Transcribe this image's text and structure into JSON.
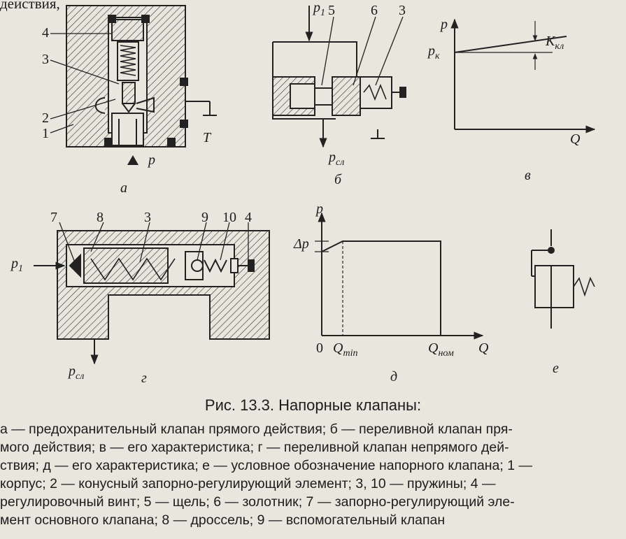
{
  "header_fragment": "действия,",
  "diagram_labels": {
    "a": {
      "caption": "а",
      "parts": [
        "4",
        "3",
        "2",
        "1"
      ],
      "tank": "T",
      "pressure": "p"
    },
    "b": {
      "caption": "б",
      "parts": [
        "5",
        "6",
        "3"
      ],
      "inlet": "p",
      "inlet_sub": "1",
      "drain": "p",
      "drain_sub": "сл"
    },
    "v": {
      "caption": "в",
      "y_axis": "p",
      "x_axis": "Q",
      "level": "p",
      "level_sub": "к",
      "coef": "K",
      "coef_sub": "кл"
    },
    "g": {
      "caption": "г",
      "parts": [
        "7",
        "8",
        "3",
        "9",
        "10",
        "4"
      ],
      "inlet": "p",
      "inlet_sub": "1",
      "drain": "p",
      "drain_sub": "сл"
    },
    "d": {
      "caption": "д",
      "y_axis": "p",
      "x_axis": "Q",
      "delta": "Δp",
      "origin": "0",
      "qmin": "Q",
      "qmin_sub": "min",
      "qnom": "Q",
      "qnom_sub": "ном"
    },
    "e": {
      "caption": "е"
    }
  },
  "caption": {
    "title": "Рис. 13.3. Напорные клапаны:",
    "lines": [
      "а — предохранительный клапан прямого действия; б — переливной клапан пря-",
      "мого действия; в — его характеристика; г — переливной клапан непрямого дей-",
      "ствия; д — его характеристика; е — условное обозначение напорного клапана; 1 —",
      "корпус; 2 — конусный запорно-регулирующий элемент; 3, 10 — пружины; 4 —",
      "регулировочный винт; 5 — щель; 6 — золотник; 7 — запорно-регулирующий эле-",
      "мент основного клапана; 8 — дроссель; 9 — вспомогательный клапан"
    ]
  }
}
